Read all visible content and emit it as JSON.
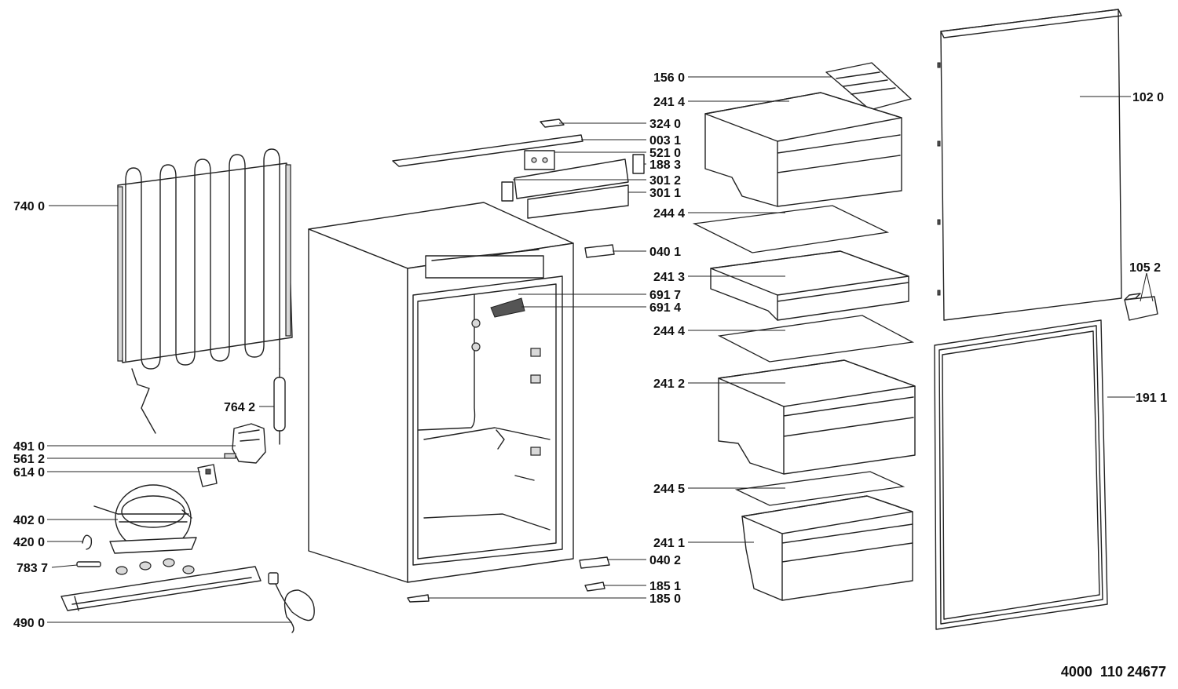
{
  "diagram": {
    "footer_code": "4000  110 24677",
    "part_labels": {
      "p7400": "740 0",
      "p7642": "764 2",
      "p4910": "491 0",
      "p5612": "561 2",
      "p6140": "614 0",
      "p4020": "402 0",
      "p4200": "420 0",
      "p7837": "783 7",
      "p4900": "490 0",
      "p3240": "324 0",
      "p0031": "003 1",
      "p5210": "521 0",
      "p1883": "188 3",
      "p3012": "301 2",
      "p3011": "301 1",
      "p0401": "040 1",
      "p6917": "691 7",
      "p6914": "691 4",
      "p0402": "040 2",
      "p1851": "185 1",
      "p1850": "185 0",
      "p1560": "156 0",
      "p2414": "241 4",
      "p2444a": "244 4",
      "p2413": "241 3",
      "p2444b": "244 4",
      "p2412": "241 2",
      "p2445": "244 5",
      "p2411": "241 1",
      "p1020": "102 0",
      "p1052": "105 2",
      "p1911": "191 1"
    }
  }
}
